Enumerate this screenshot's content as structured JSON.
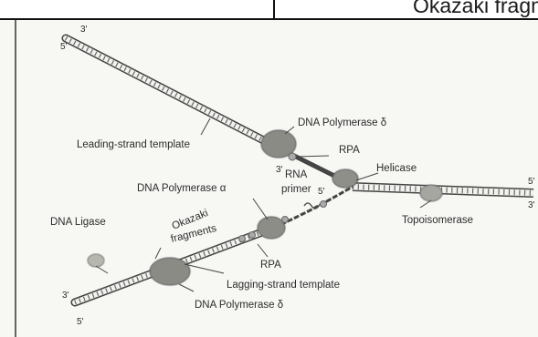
{
  "header": {
    "text": "Okazaki fragme"
  },
  "strands": {
    "top_left_3": "3'",
    "top_left_5": "5'",
    "right_5": "5'",
    "right_3": "3'",
    "bottom_left_3": "3'",
    "bottom_left_5": "5'",
    "primer_3": "3'",
    "primer_5": "5'"
  },
  "labels": {
    "dna_polymerase_delta_top": "DNA Polymerase δ",
    "leading_strand_template": "Leading-strand template",
    "rpa_top": "RPA",
    "rna": "RNA",
    "primer": "primer",
    "helicase": "Helicase",
    "dna_polymerase_alpha": "DNA Polymerase α",
    "dna_ligase": "DNA Ligase",
    "okazaki": "Okazaki",
    "fragments": "fragments",
    "rpa_bottom": "RPA",
    "topoisomerase": "Topoisomerase",
    "lagging_strand_template": "Lagging-strand template",
    "dna_polymerase_delta_bottom": "DNA Polymerase δ"
  }
}
